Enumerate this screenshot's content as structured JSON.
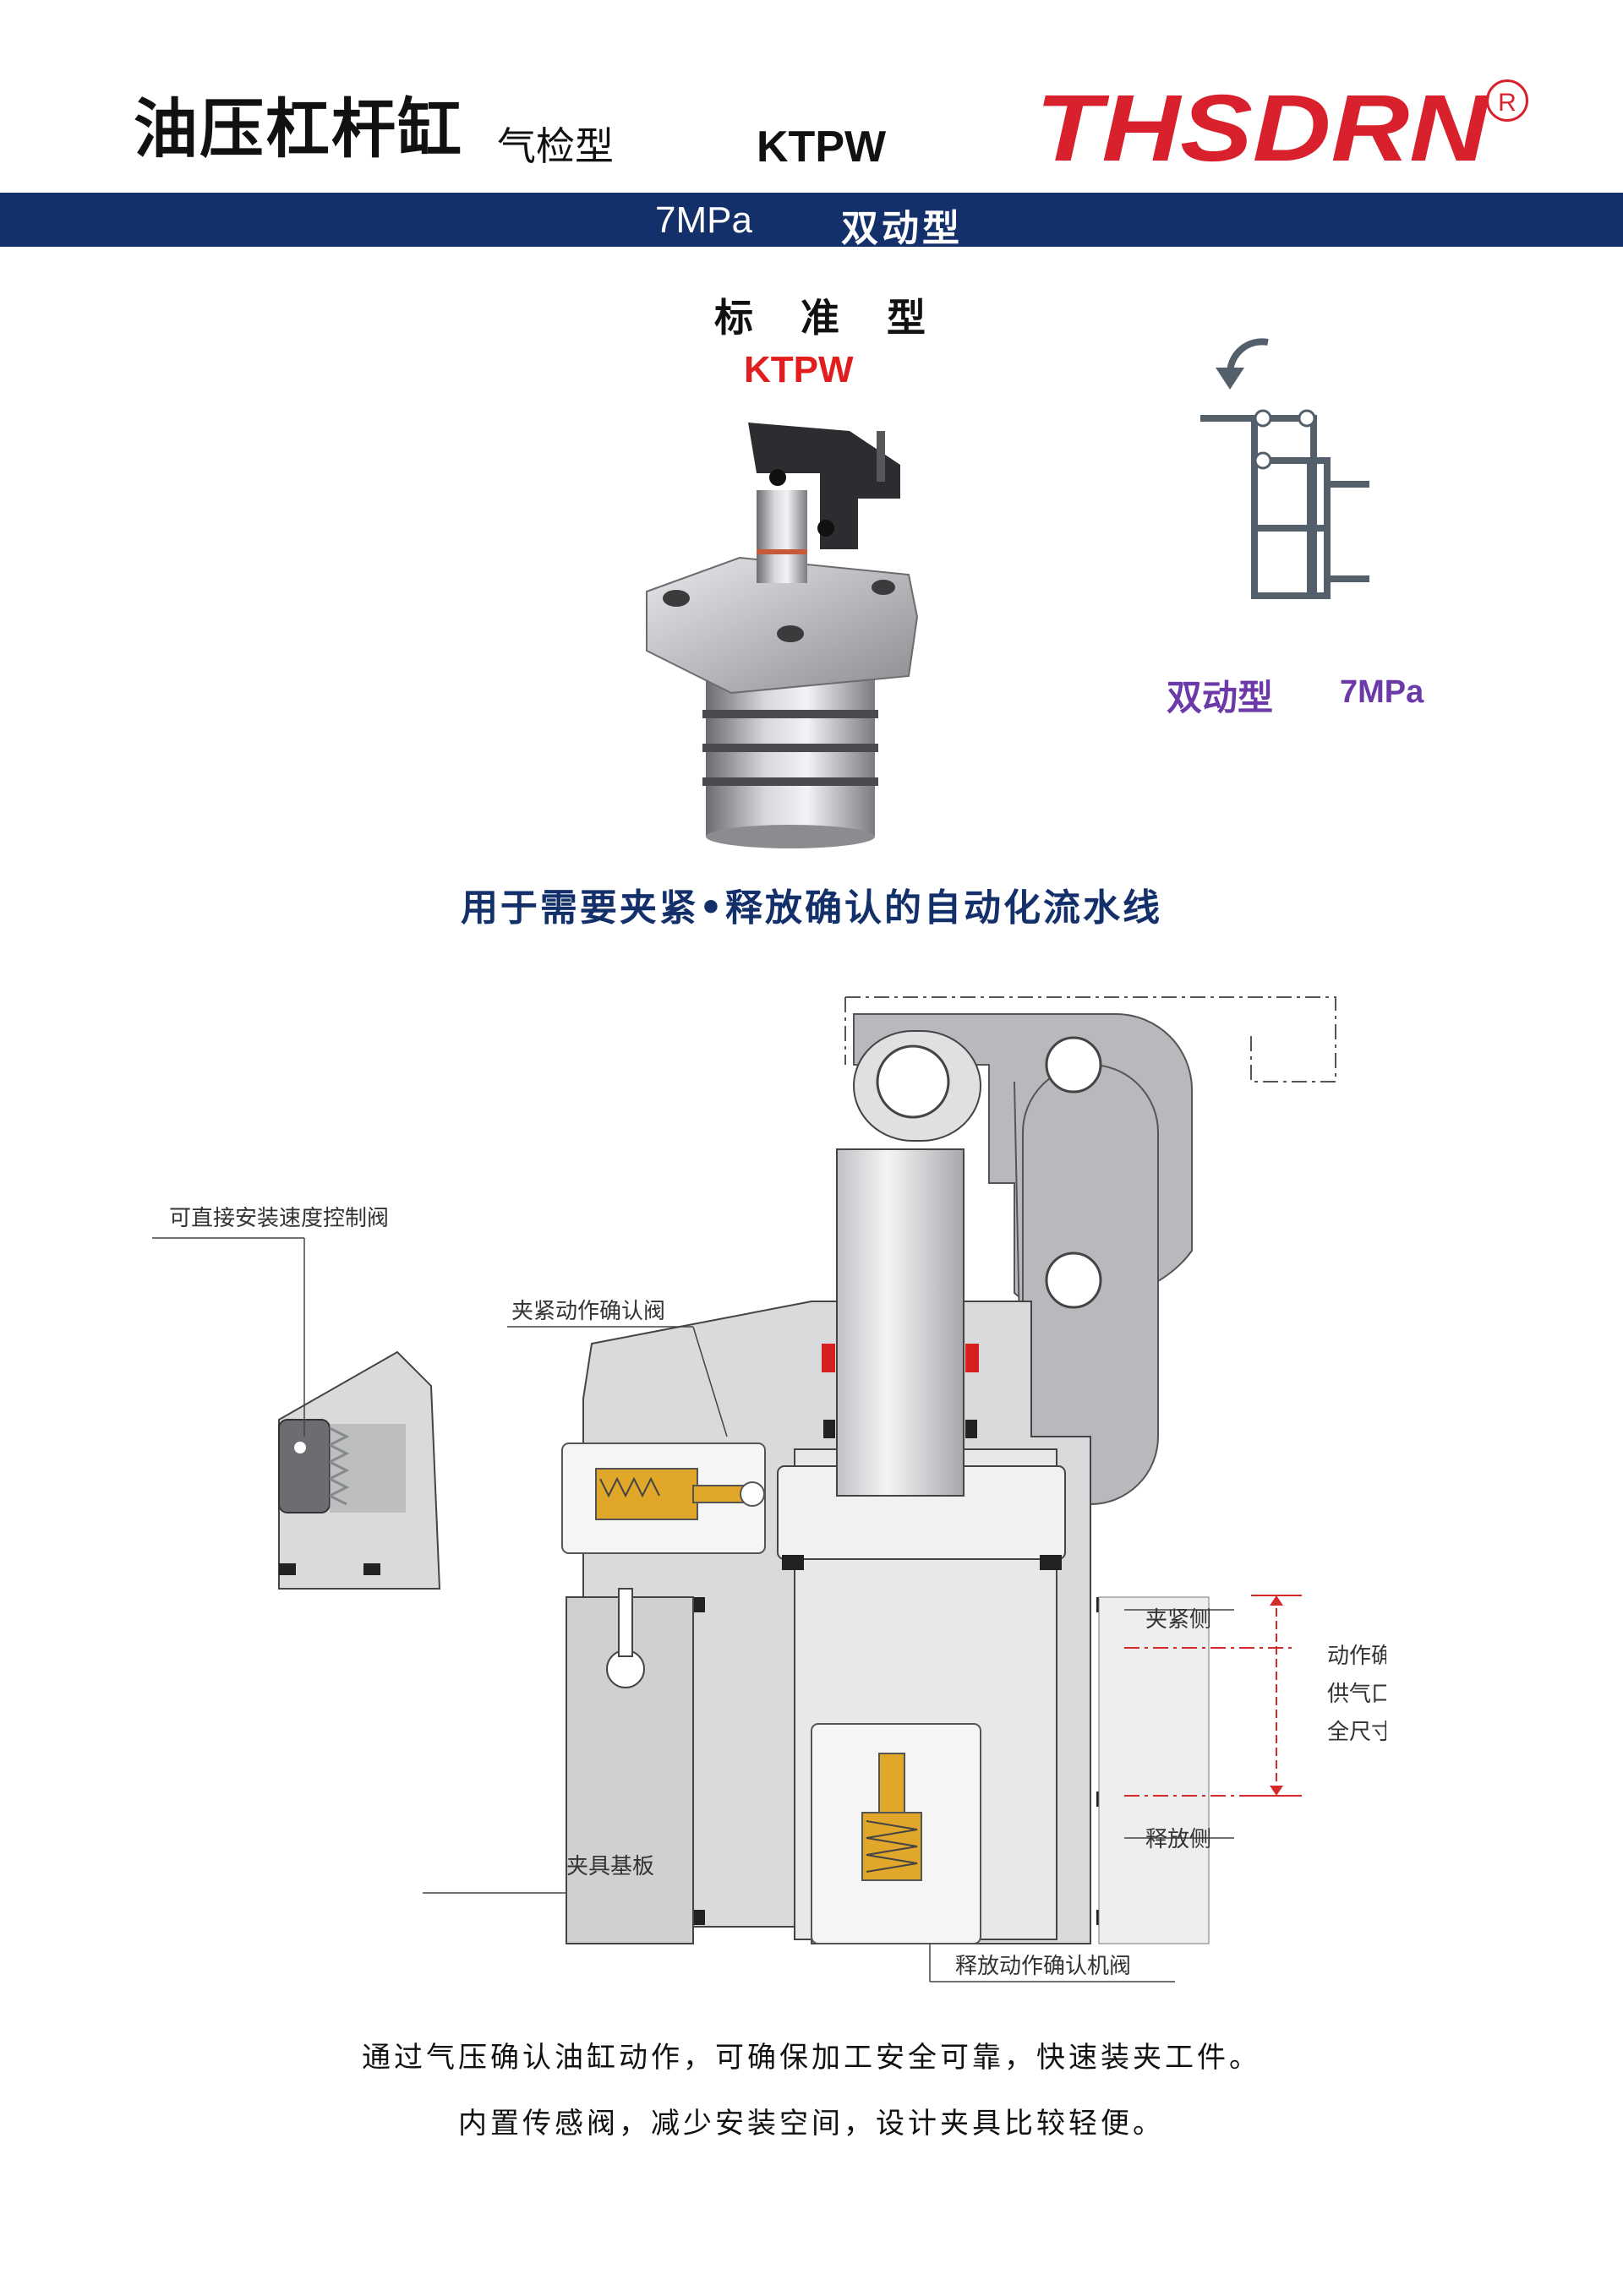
{
  "header": {
    "title": "油压杠杆缸",
    "subtitle": "气检型",
    "model": "KTPW",
    "logo_text": "THSDRN",
    "logo_reg": "R",
    "brand_color": "#d8212c"
  },
  "banner": {
    "pressure": "7MPa",
    "type": "双动型",
    "color": "#14306a"
  },
  "standard": {
    "title": "标 准 型",
    "model": "KTPW"
  },
  "symbol": {
    "type": "双动型",
    "pressure": "7MPa"
  },
  "usage": "用于需要夹紧•释放确认的自动化流水线",
  "diagram": {
    "callouts": {
      "speed_valve": "可直接安装速度控制阀",
      "clamp_valve": "夹紧动作确认阀",
      "clamp_side": "夹紧侧",
      "release_side": "释放侧",
      "note": [
        "动作确认用",
        "供气口高度，",
        "全尺寸通用"
      ],
      "base": "夹具基板",
      "release_valve": "释放动作确认机阀"
    }
  },
  "description": [
    "通过气压确认油缸动作，可确保加工安全可靠，快速装夹工件。",
    "内置传感阀，减少安装空间，设计夹具比较轻便。"
  ]
}
